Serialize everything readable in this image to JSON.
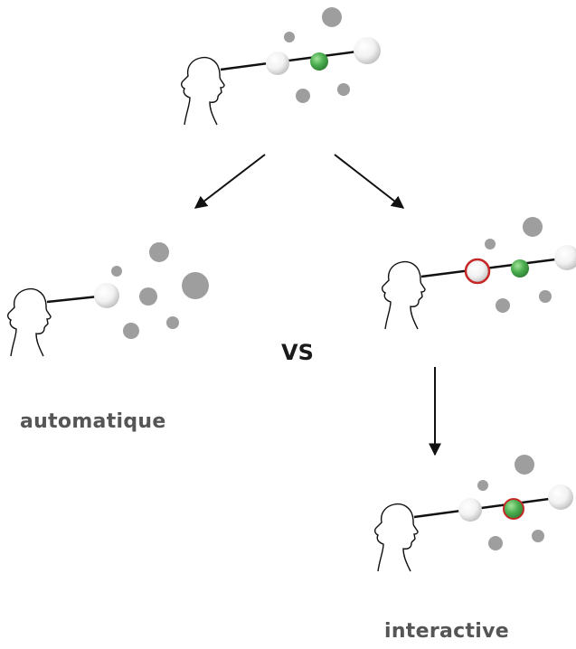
{
  "labels": {
    "automatic": "automatique",
    "versus": "VS",
    "interactive": "interactive"
  },
  "colors": {
    "line": "#111111",
    "grey_sphere": "#9e9e9e",
    "green_sphere": "#4caf50",
    "selection_ring": "#c62828",
    "label_text": "#555555"
  }
}
